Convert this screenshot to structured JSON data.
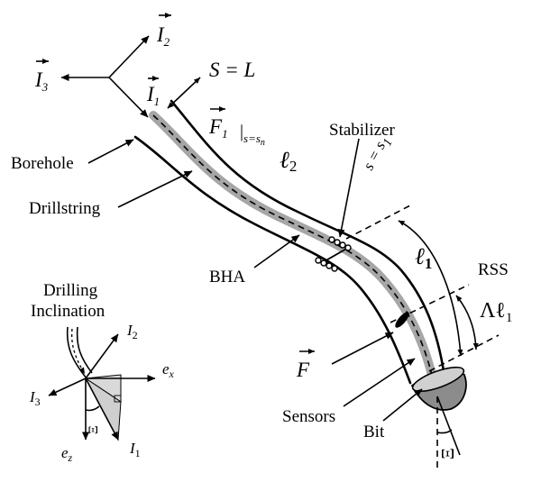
{
  "labels": {
    "I2": "I",
    "I2_sub": "2",
    "I3": "I",
    "I3_sub": "3",
    "I1": "I",
    "I1_sub": "1",
    "S_eq_L": "S = L",
    "F1": "F",
    "F1_sub": "1",
    "F1_cond": "|",
    "F1_cond_s": "s=s",
    "F1_cond_n": "n",
    "ell2": "ℓ",
    "ell2_sub": "2",
    "stabilizer": "Stabilizer",
    "s_eq_s1": "s = s",
    "s_eq_s1_sub": "1",
    "borehole": "Borehole",
    "drillstring": "Drillstring",
    "ell1": "ℓ",
    "ell1_sub": "1",
    "rss": "RSS",
    "lambda_ell1": "Λℓ",
    "lambda_ell1_sub": "1",
    "bha": "BHA",
    "drilling_inclination_1": "Drilling",
    "drilling_inclination_2": "Inclination",
    "F": "F",
    "sensors": "Sensors",
    "bit": "Bit",
    "xi_bottom": "Ξ",
    "xi_small": "Ξ",
    "inset_I2": "I",
    "inset_I2_sub": "2",
    "inset_ex": "e",
    "inset_ex_sub": "x",
    "inset_I3": "I",
    "inset_I3_sub": "3",
    "inset_ez": "e",
    "inset_ez_sub": "z",
    "inset_I1": "I",
    "inset_I1_sub": "1"
  }
}
